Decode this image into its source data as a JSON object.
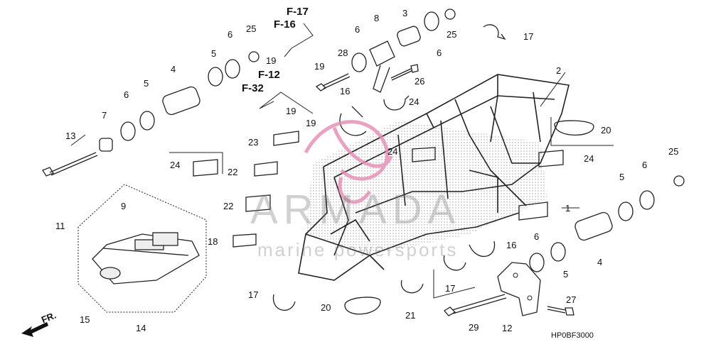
{
  "diagram_code": "HP0BF3000",
  "front_marker": "FR.",
  "watermark": {
    "brand": "ARMADA",
    "sub": "marine powersports"
  },
  "references": [
    "F-17",
    "F-16",
    "F-12",
    "F-32"
  ],
  "callouts": [
    {
      "id": "c1",
      "num": "1"
    },
    {
      "id": "c2",
      "num": "2"
    },
    {
      "id": "c3",
      "num": "3"
    },
    {
      "id": "c4a",
      "num": "4"
    },
    {
      "id": "c4b",
      "num": "4"
    },
    {
      "id": "c5a",
      "num": "5"
    },
    {
      "id": "c5b",
      "num": "5"
    },
    {
      "id": "c5c",
      "num": "5"
    },
    {
      "id": "c5d",
      "num": "5"
    },
    {
      "id": "c6a",
      "num": "6"
    },
    {
      "id": "c6b",
      "num": "6"
    },
    {
      "id": "c6c",
      "num": "6"
    },
    {
      "id": "c6d",
      "num": "6"
    },
    {
      "id": "c6e",
      "num": "6"
    },
    {
      "id": "c6f",
      "num": "6"
    },
    {
      "id": "c7",
      "num": "7"
    },
    {
      "id": "c8",
      "num": "8"
    },
    {
      "id": "c9",
      "num": "9"
    },
    {
      "id": "c11",
      "num": "11"
    },
    {
      "id": "c12",
      "num": "12"
    },
    {
      "id": "c13",
      "num": "13"
    },
    {
      "id": "c14",
      "num": "14"
    },
    {
      "id": "c15",
      "num": "15"
    },
    {
      "id": "c16a",
      "num": "16"
    },
    {
      "id": "c16b",
      "num": "16"
    },
    {
      "id": "c17a",
      "num": "17"
    },
    {
      "id": "c17b",
      "num": "17"
    },
    {
      "id": "c17c",
      "num": "17"
    },
    {
      "id": "c18",
      "num": "18"
    },
    {
      "id": "c19a",
      "num": "19"
    },
    {
      "id": "c19b",
      "num": "19"
    },
    {
      "id": "c19c",
      "num": "19"
    },
    {
      "id": "c19d",
      "num": "19"
    },
    {
      "id": "c20a",
      "num": "20"
    },
    {
      "id": "c20b",
      "num": "20"
    },
    {
      "id": "c21",
      "num": "21"
    },
    {
      "id": "c22a",
      "num": "22"
    },
    {
      "id": "c22b",
      "num": "22"
    },
    {
      "id": "c23",
      "num": "23"
    },
    {
      "id": "c24a",
      "num": "24"
    },
    {
      "id": "c24b",
      "num": "24"
    },
    {
      "id": "c24c",
      "num": "24"
    },
    {
      "id": "c24d",
      "num": "24"
    },
    {
      "id": "c24e",
      "num": "24"
    },
    {
      "id": "c25a",
      "num": "25"
    },
    {
      "id": "c25b",
      "num": "25"
    },
    {
      "id": "c25c",
      "num": "25"
    },
    {
      "id": "c26",
      "num": "26"
    },
    {
      "id": "c27",
      "num": "27"
    },
    {
      "id": "c28",
      "num": "28"
    },
    {
      "id": "c29",
      "num": "29"
    }
  ],
  "colors": {
    "line": "#222222",
    "watermark_pink": "#e58cb4",
    "watermark_grey": "#9a9a9a"
  }
}
